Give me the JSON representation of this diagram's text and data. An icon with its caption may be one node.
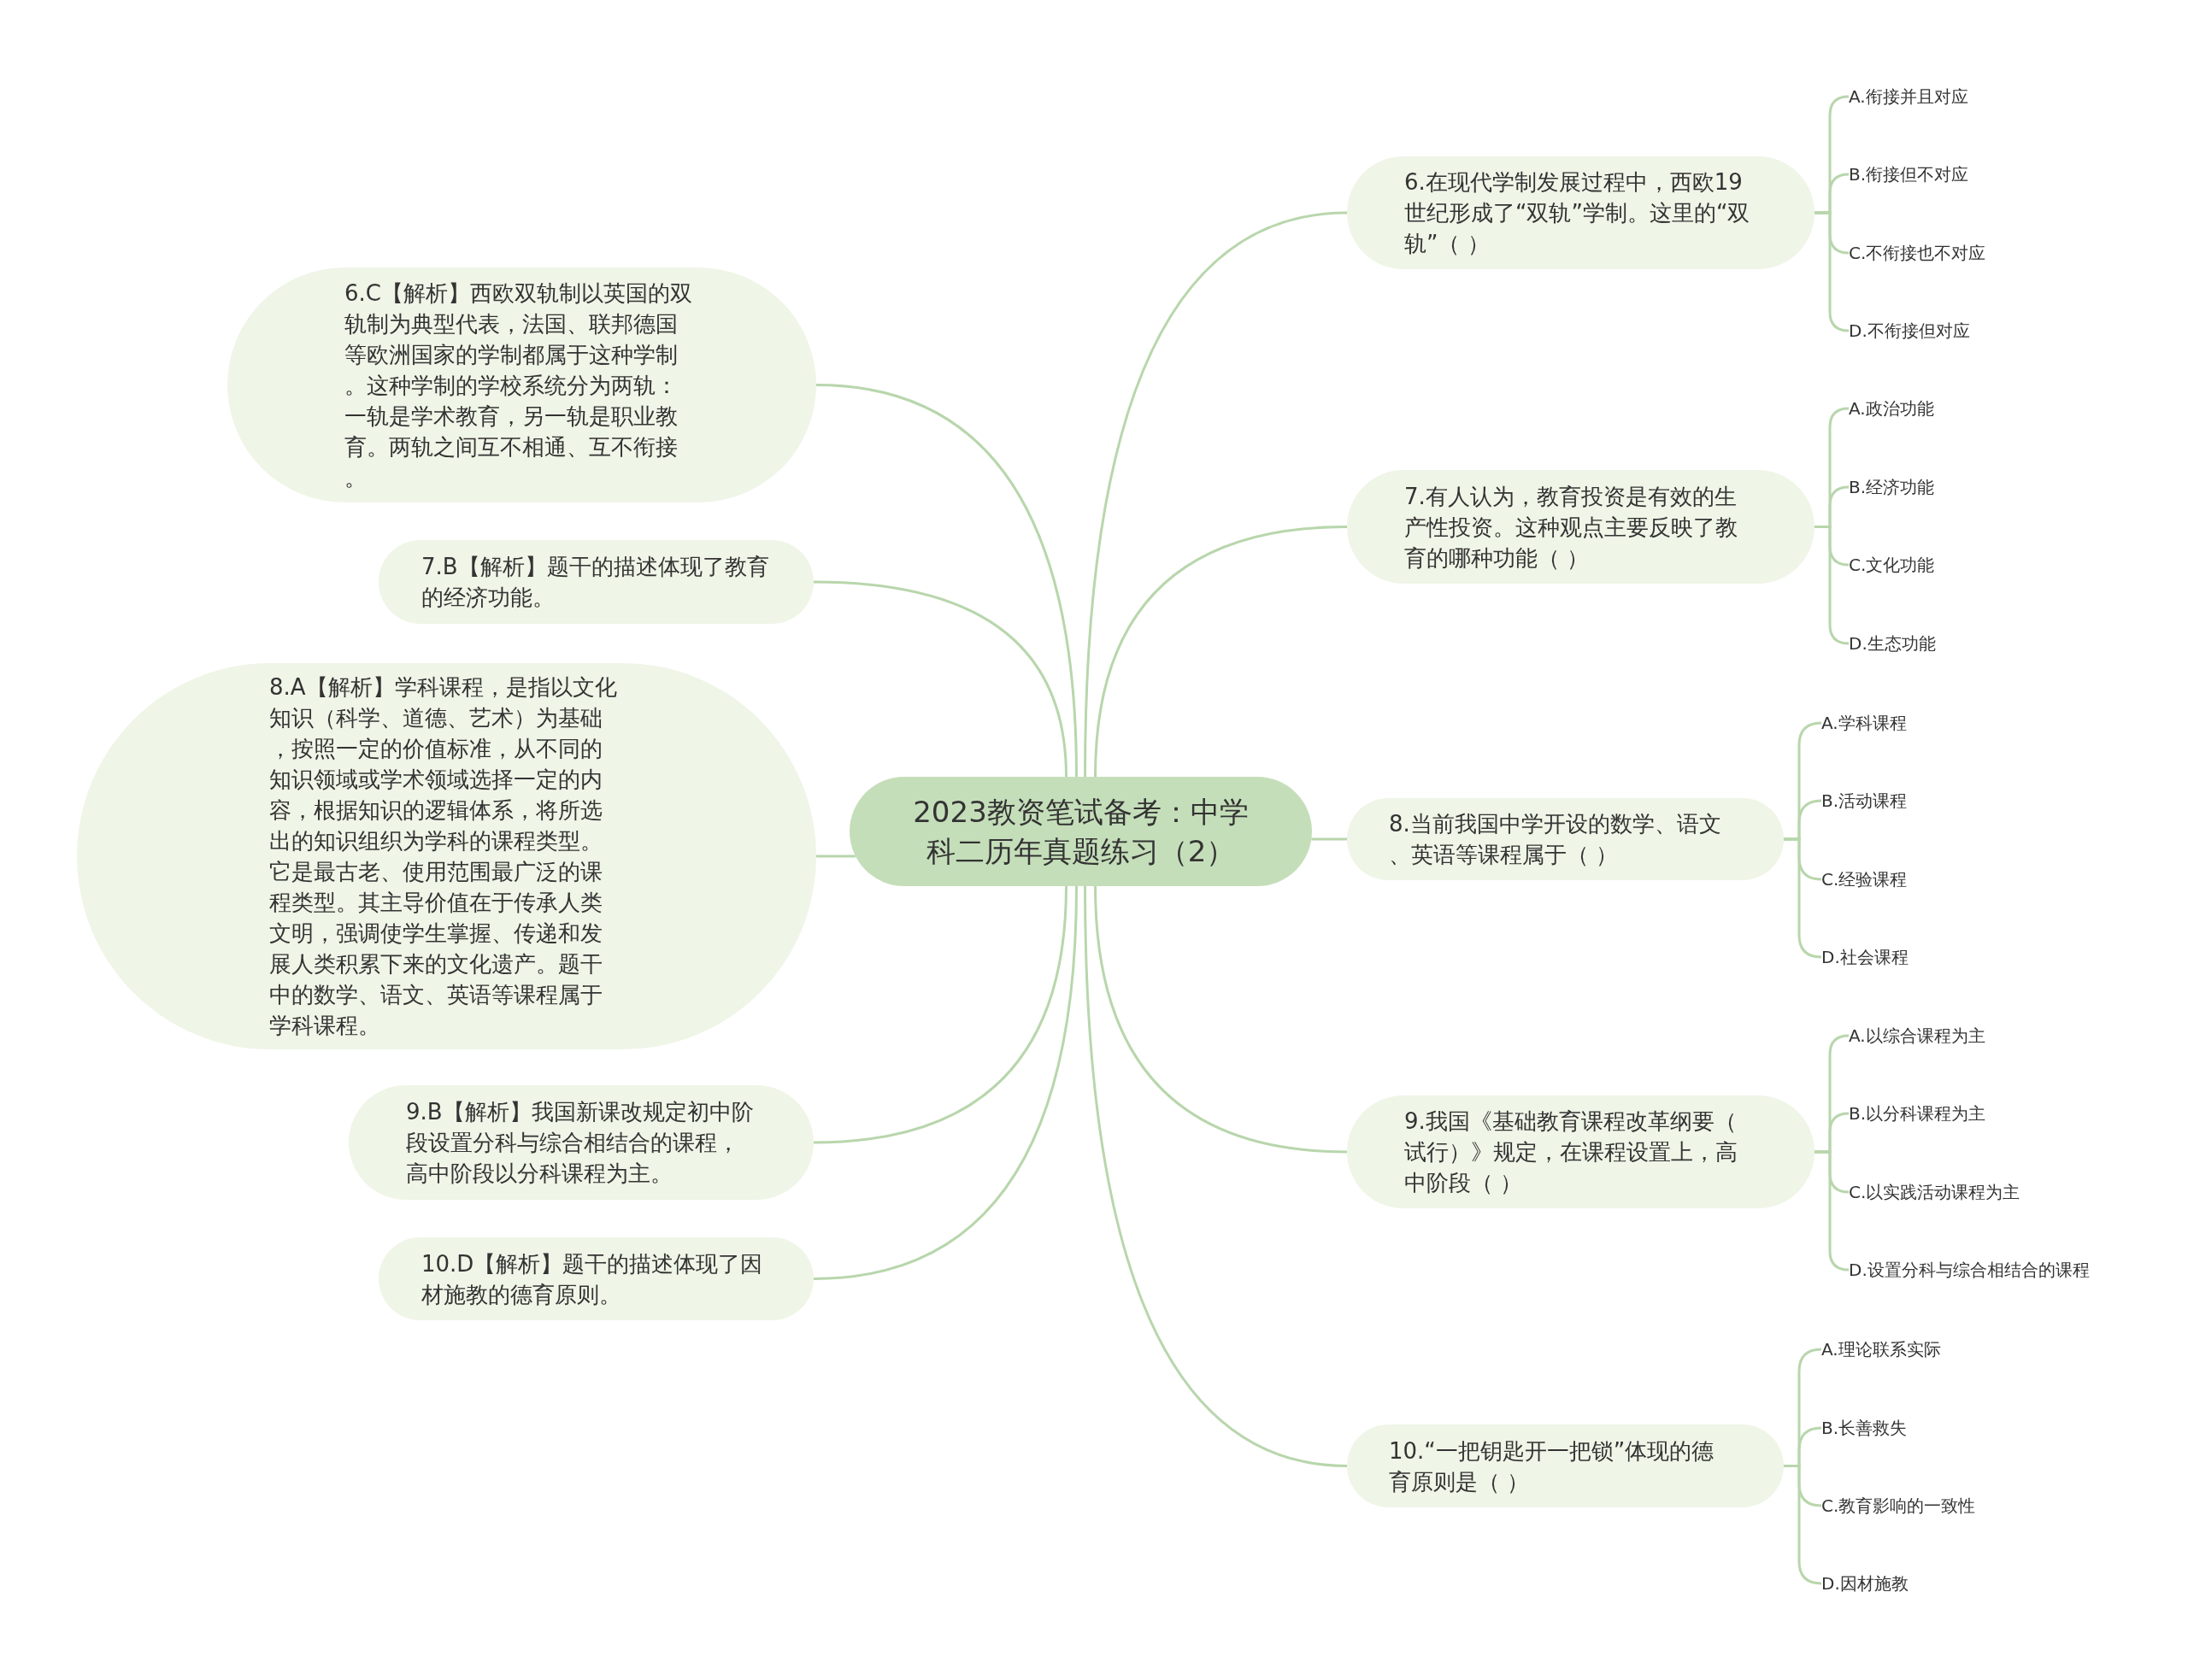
{
  "diagram": {
    "nodes": [
      {
        "text": [
          "2023教资笔试备考：中学科二历年真题练习（2）"
        ]
      },
      {
        "text": [
          "6.C【解析】西欧双轨制以英国的双轨制为典型代表，法国、联邦德国等欧洲国家的学制都属于这种学制。这种学制的学校系统分为两轨：一轨是学术教育，另一轨是职业教育。两轨之间互不相通、互不衔接。"
        ]
      },
      {
        "text": [
          "7.B【解析】题干的描述体现了教育的经济功能。"
        ]
      },
      {
        "text": [
          "8.A【解析】学科课程，是指以文化知识（科学、道德、艺术）为基础，按照一定的价值标准，从不同的知识领域或学术领域选择一定的内容，根据知识的逻辑体系，将所选出的知识组织为学科的课程类型。它是最古老、使用范围最广泛的课程类型。其主导价值在于传承人类文明，强调使学生掌握、传递和发展人类积累下来的文化遗产。题干中的数学、语文、英语等课程属于学科课程。"
        ]
      },
      {
        "text": [
          "9.B【解析】我国新课改规定初中阶段设置分科与综合相结合的课程，高中阶段以分科课程为主。"
        ]
      },
      {
        "text": [
          "10.D【解析】题干的描述体现了因材施教的德育原则。"
        ]
      },
      {
        "text": [
          "6.在现代学制发展过程中，西欧19世纪形成了“双轨”学制。这里的“双轨”（ ）"
        ]
      },
      {
        "text": [
          "A.衔接并且对应"
        ]
      },
      {
        "text": [
          "B.衔接但不对应"
        ]
      },
      {
        "text": [
          "C.不衔接也不对应"
        ]
      },
      {
        "text": [
          "D.不衔接但对应"
        ]
      },
      {
        "text": [
          "7.有人认为，教育投资是有效的生产性投资。这种观点主要反映了教育的哪种功能（ ）"
        ]
      },
      {
        "text": [
          "A.政治功能"
        ]
      },
      {
        "text": [
          "B.经济功能"
        ]
      },
      {
        "text": [
          "C.文化功能"
        ]
      },
      {
        "text": [
          "D.生态功能"
        ]
      },
      {
        "text": [
          "8.当前我国中学开设的数学、语文、英语等课程属于（ ）"
        ]
      },
      {
        "text": [
          "A.学科课程"
        ]
      },
      {
        "text": [
          "B.活动课程"
        ]
      },
      {
        "text": [
          "C.经验课程"
        ]
      },
      {
        "text": [
          "D.社会课程"
        ]
      },
      {
        "text": [
          "9.我国《基础教育课程改革纲要（试行）》规定，在课程设置上，高中阶段（ ）"
        ]
      },
      {
        "text": [
          "A.以综合课程为主"
        ]
      },
      {
        "text": [
          "B.以分科课程为主"
        ]
      },
      {
        "text": [
          "C.以实践活动课程为主"
        ]
      },
      {
        "text": [
          "D.设置分科与综合相结合的课程"
        ]
      },
      {
        "text": [
          "10.“一把钥匙开一把锁”体现的德育原则是（ ）"
        ]
      },
      {
        "text": [
          "A.理论联系实际"
        ]
      },
      {
        "text": [
          "B.长善救失"
        ]
      },
      {
        "text": [
          "C.教育影响的一致性"
        ]
      },
      {
        "text": [
          "D.因材施教"
        ]
      }
    ],
    "edges": [
      {
        "from": 0,
        "to": 1,
        "arrow": "none"
      },
      {
        "from": 0,
        "to": 2,
        "arrow": "none"
      },
      {
        "from": 0,
        "to": 3,
        "arrow": "none"
      },
      {
        "from": 0,
        "to": 4,
        "arrow": "none"
      },
      {
        "from": 0,
        "to": 5,
        "arrow": "none"
      },
      {
        "from": 0,
        "to": 6,
        "arrow": "none"
      },
      {
        "from": 0,
        "to": 11,
        "arrow": "none"
      },
      {
        "from": 0,
        "to": 16,
        "arrow": "none"
      },
      {
        "from": 0,
        "to": 21,
        "arrow": "none"
      },
      {
        "from": 0,
        "to": 26,
        "arrow": "none"
      },
      {
        "from": 6,
        "to": 7,
        "arrow": "none"
      },
      {
        "from": 6,
        "to": 8,
        "arrow": "none"
      },
      {
        "from": 6,
        "to": 9,
        "arrow": "none"
      },
      {
        "from": 6,
        "to": 10,
        "arrow": "none"
      },
      {
        "from": 11,
        "to": 12,
        "arrow": "none"
      },
      {
        "from": 11,
        "to": 13,
        "arrow": "none"
      },
      {
        "from": 11,
        "to": 14,
        "arrow": "none"
      },
      {
        "from": 11,
        "to": 15,
        "arrow": "none"
      },
      {
        "from": 16,
        "to": 17,
        "arrow": "none"
      },
      {
        "from": 16,
        "to": 18,
        "arrow": "none"
      },
      {
        "from": 16,
        "to": 19,
        "arrow": "none"
      },
      {
        "from": 16,
        "to": 20,
        "arrow": "none"
      },
      {
        "from": 21,
        "to": 22,
        "arrow": "none"
      },
      {
        "from": 21,
        "to": 23,
        "arrow": "none"
      },
      {
        "from": 21,
        "to": 24,
        "arrow": "none"
      },
      {
        "from": 21,
        "to": 25,
        "arrow": "none"
      },
      {
        "from": 26,
        "to": 27,
        "arrow": "none"
      },
      {
        "from": 26,
        "to": 28,
        "arrow": "none"
      },
      {
        "from": 26,
        "to": 29,
        "arrow": "none"
      },
      {
        "from": 26,
        "to": 30,
        "arrow": "none"
      }
    ]
  }
}
